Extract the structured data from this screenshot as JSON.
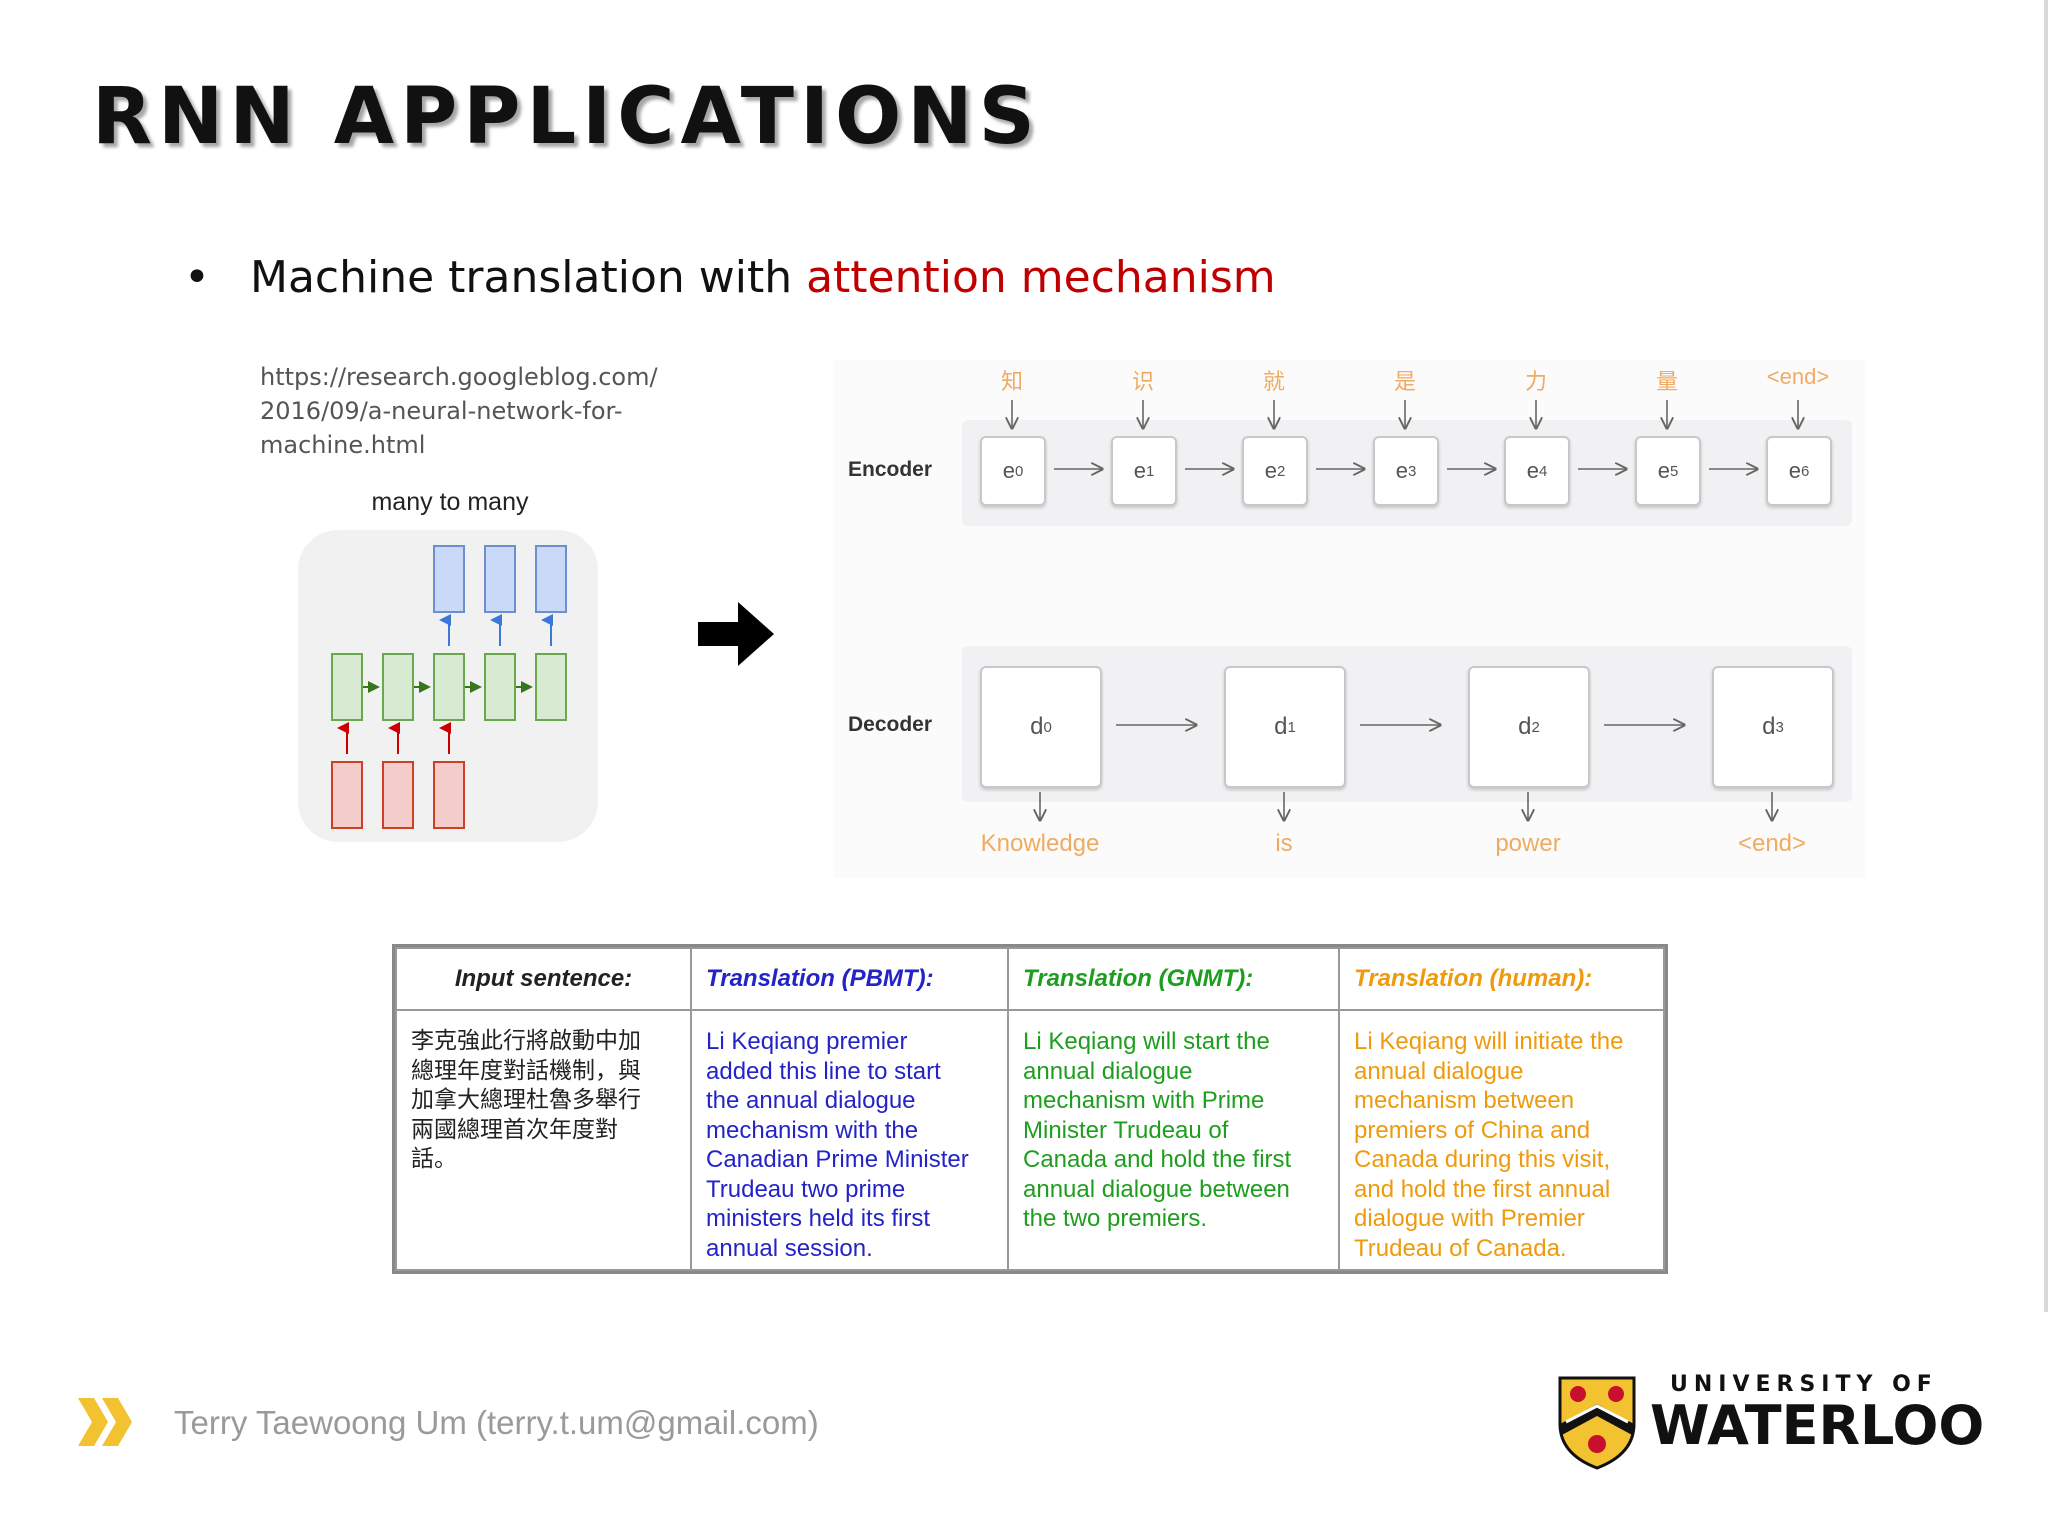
{
  "slide": {
    "title": "RNN APPLICATIONS",
    "bullet": {
      "prefix": "Machine translation with ",
      "highlight": "attention mechanism",
      "highlight_color": "#c00000"
    },
    "source_url": "https://research.googleblog.com/ 2016/09/a-neural-network-for- machine.html"
  },
  "rnn_diagram": {
    "label": "many to many",
    "colors": {
      "input": "#f4cccc",
      "hidden": "#d9ead3",
      "output": "#c9daf8"
    }
  },
  "seq2seq": {
    "encoder_label": "Encoder",
    "decoder_label": "Decoder",
    "input_tokens": [
      "知",
      "识",
      "就",
      "是",
      "力",
      "量",
      "<end>"
    ],
    "encoder_states": [
      {
        "base": "e",
        "sub": "0"
      },
      {
        "base": "e",
        "sub": "1"
      },
      {
        "base": "e",
        "sub": "2"
      },
      {
        "base": "e",
        "sub": "3"
      },
      {
        "base": "e",
        "sub": "4"
      },
      {
        "base": "e",
        "sub": "5"
      },
      {
        "base": "e",
        "sub": "6"
      }
    ],
    "decoder_states": [
      {
        "base": "d",
        "sub": "0"
      },
      {
        "base": "d",
        "sub": "1"
      },
      {
        "base": "d",
        "sub": "2"
      },
      {
        "base": "d",
        "sub": "3"
      }
    ],
    "output_tokens": [
      "Knowledge",
      "is",
      "power",
      "<end>"
    ],
    "token_color": "#f0ab63"
  },
  "translation_table": {
    "headers": [
      "Input sentence:",
      "Translation (PBMT):",
      "Translation (GNMT):",
      "Translation (human):"
    ],
    "cells": [
      [
        "李克強此行將啟動中加",
        "總理年度對話機制，與",
        "加拿大總理杜魯多舉行",
        "兩國總理首次年度對",
        "話。"
      ],
      [
        "Li Keqiang premier",
        "added this line to start",
        "the annual dialogue",
        "mechanism with the",
        "Canadian Prime Minister",
        "Trudeau two prime",
        "ministers held its first",
        "annual session."
      ],
      [
        "Li Keqiang will start the",
        "annual dialogue",
        "mechanism with Prime",
        "Minister Trudeau of",
        "Canada and hold the first",
        "annual dialogue between",
        "the two premiers."
      ],
      [
        "Li Keqiang will initiate the",
        "annual dialogue",
        "mechanism between",
        "premiers of China and",
        "Canada during this visit,",
        "and hold the first annual",
        "dialogue with Premier",
        "Trudeau of Canada."
      ]
    ],
    "column_colors": [
      "#222222",
      "#2323c8",
      "#1e9e1e",
      "#ef9a0c"
    ]
  },
  "footer": {
    "author": "Terry Taewoong Um (terry.t.um@gmail.com)",
    "logo_top": "UNIVERSITY OF",
    "logo_main": "WATERLOO",
    "chevron_color": "#f2c230"
  }
}
